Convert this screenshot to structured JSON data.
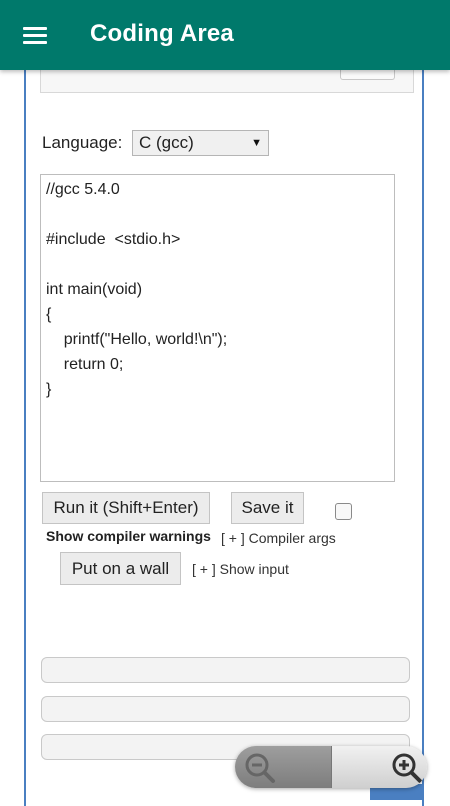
{
  "appbar": {
    "title": "Coding Area",
    "menu_icon": "hamburger-menu-icon",
    "color": "#00796b"
  },
  "language": {
    "label": "Language:",
    "selected": "C (gcc)",
    "arrow": "▼"
  },
  "editor": {
    "lines": [
      "//gcc 5.4.0",
      "",
      "#include  <stdio.h>",
      "",
      "int main(void)",
      "{",
      "    printf(\"Hello, world!\\n\");",
      "    return 0;",
      "}"
    ]
  },
  "actions": {
    "run_label": "Run it (Shift+Enter)",
    "save_label": "Save it",
    "warnings_label": "Show compiler warnings",
    "compiler_args_label": "[ + ] Compiler args",
    "wall_label": "Put on a wall",
    "show_input_label": "[ + ] Show input"
  },
  "zoom": {
    "out_icon": "zoom-out-icon",
    "in_icon": "zoom-in-icon"
  },
  "colors": {
    "accent": "#00796b",
    "frame_border": "#4a7fc1"
  }
}
